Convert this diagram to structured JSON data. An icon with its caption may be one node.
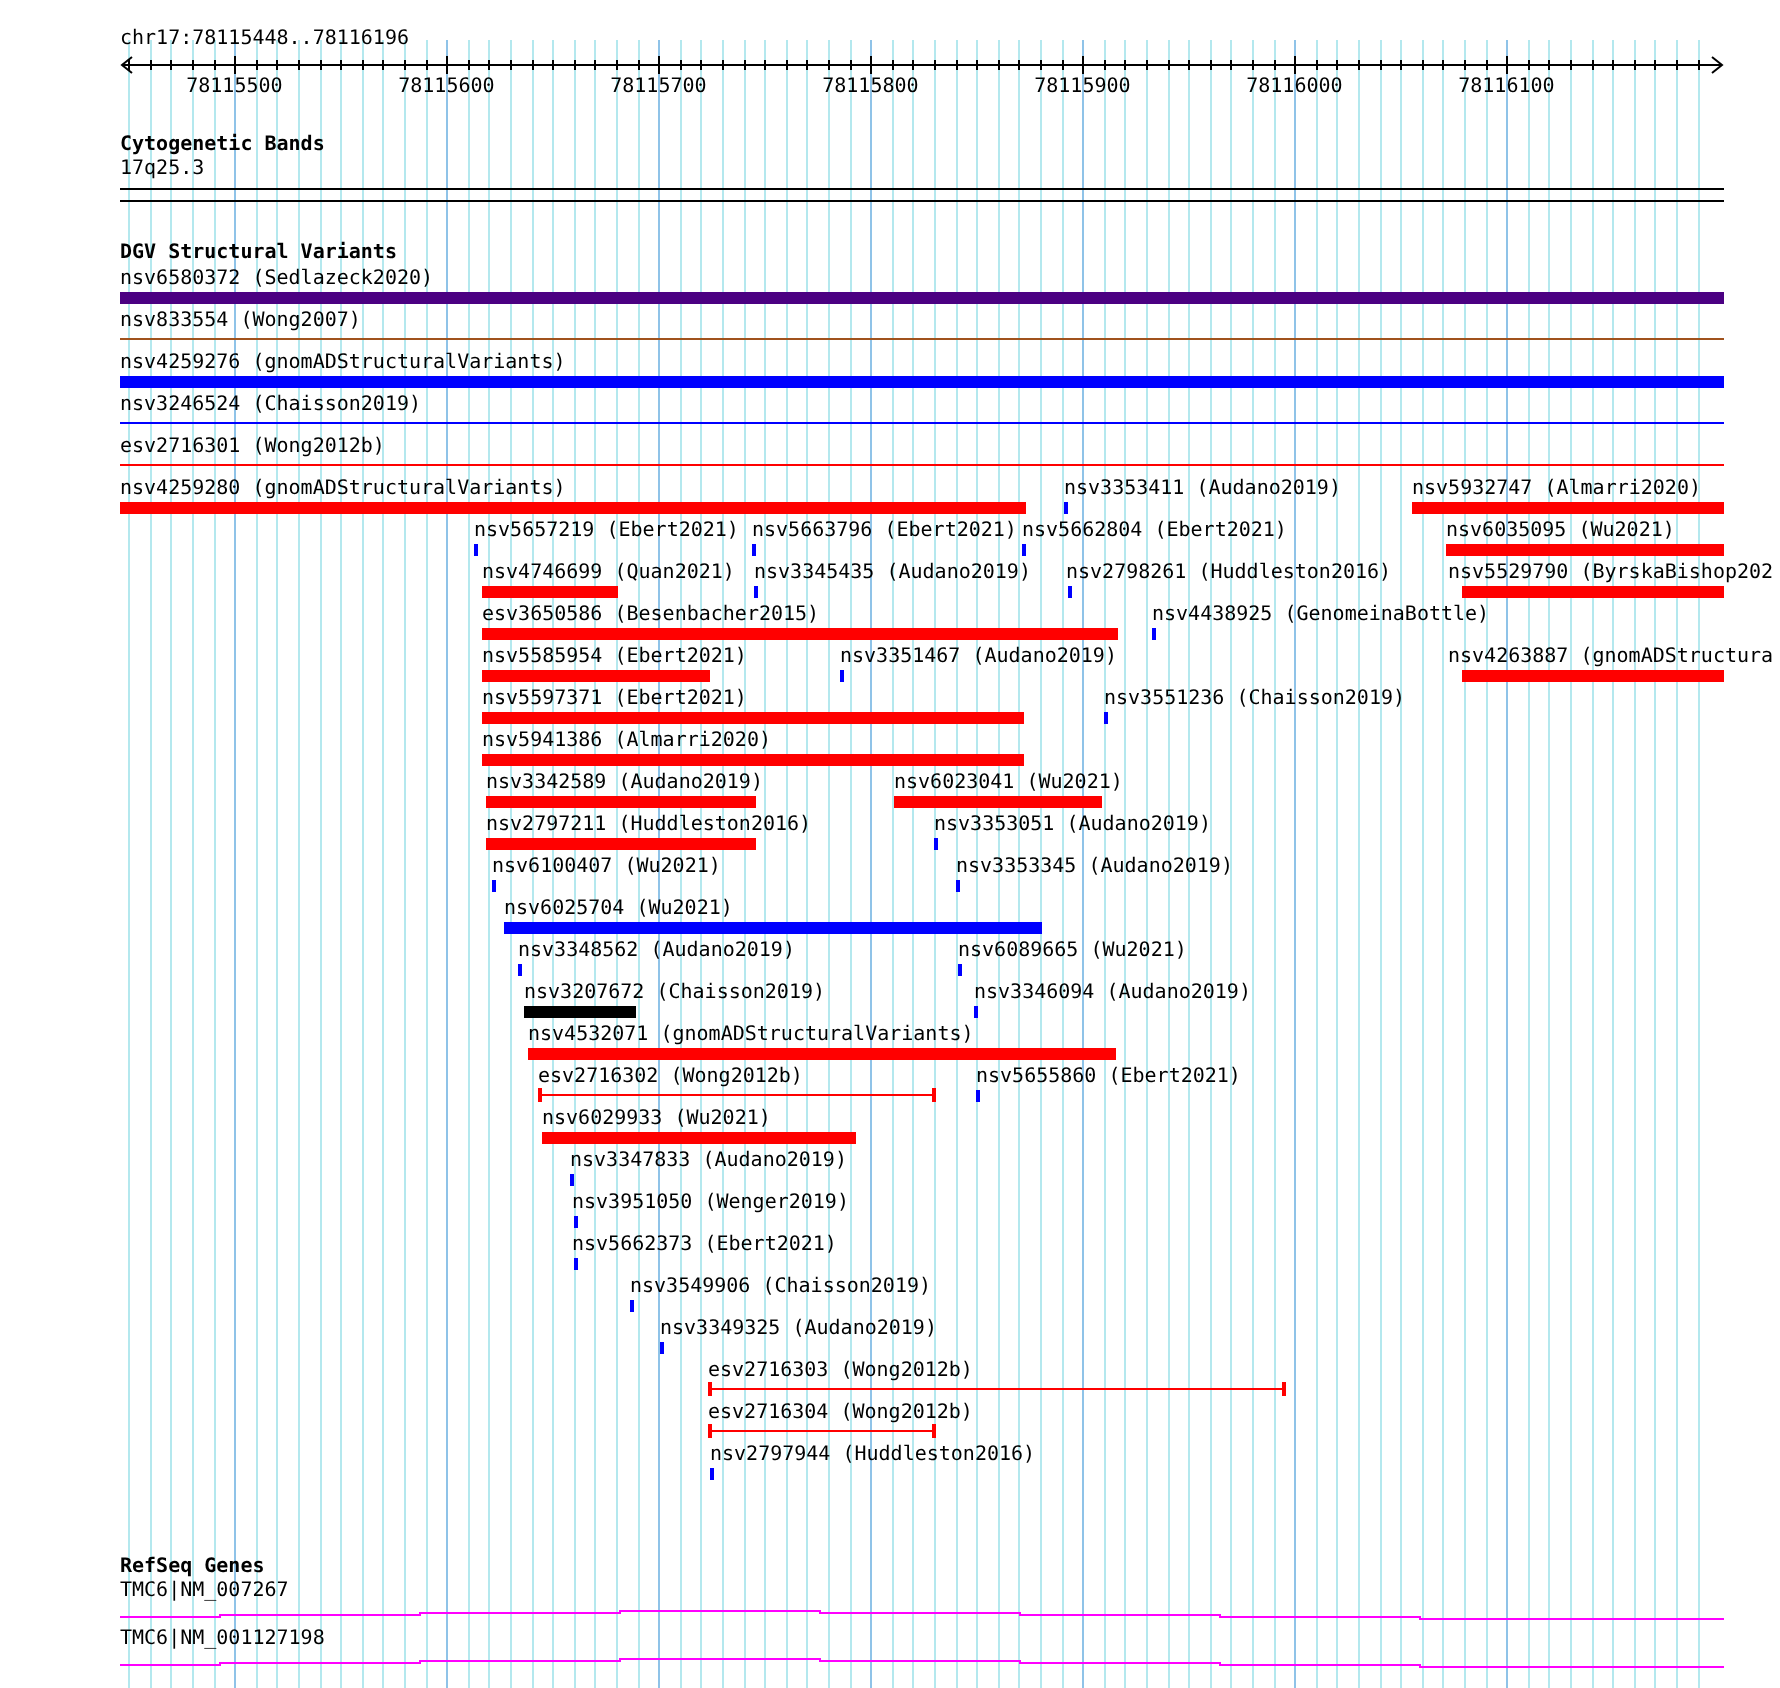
{
  "diagram": {
    "labels": [
      "chr17:78115448..78116196",
      "78115500",
      "78115600",
      "78115700",
      "78115800",
      "78115900",
      "78116000",
      "78116100",
      "Cytogenetic Bands",
      "17q25.3",
      "DGV Structural Variants",
      "nsv6580372 (Sedlazeck2020)",
      "nsv833554 (Wong2007)",
      "nsv4259276 (gnomADStructuralVariants)",
      "nsv3246524 (Chaisson2019)",
      "esv2716301 (Wong2012b)",
      "nsv4259280 (gnomADStructuralVariants)",
      "nsv3353411 (Audano2019)",
      "nsv5932747 (Almarri2020)",
      "nsv5657219 (Ebert2021)",
      "nsv5663796 (Ebert2021)",
      "nsv5662804 (Ebert2021)",
      "nsv6035095 (Wu2021)",
      "nsv4746699 (Quan2021)",
      "nsv3345435 (Audano2019)",
      "nsv2798261 (Huddleston2016)",
      "nsv5529790 (ByrskaBishop202",
      "esv3650586 (Besenbacher2015)",
      "nsv4438925 (GenomeinaBottle)",
      "nsv5585954 (Ebert2021)",
      "nsv3351467 (Audano2019)",
      "nsv4263887 (gnomADStructura",
      "nsv5597371 (Ebert2021)",
      "nsv3551236 (Chaisson2019)",
      "nsv5941386 (Almarri2020)",
      "nsv3342589 (Audano2019)",
      "nsv6023041 (Wu2021)",
      "nsv2797211 (Huddleston2016)",
      "nsv3353051 (Audano2019)",
      "nsv6100407 (Wu2021)",
      "nsv3353345 (Audano2019)",
      "nsv6025704 (Wu2021)",
      "nsv3348562 (Audano2019)",
      "nsv6089665 (Wu2021)",
      "nsv3207672 (Chaisson2019)",
      "nsv3346094 (Audano2019)",
      "nsv4532071 (gnomADStructuralVariants)",
      "esv2716302 (Wong2012b)",
      "nsv5655860 (Ebert2021)",
      "nsv6029933 (Wu2021)",
      "nsv3347833 (Audano2019)",
      "nsv3951050 (Wenger2019)",
      "nsv5662373 (Ebert2021)",
      "nsv3549906 (Chaisson2019)",
      "nsv3349325 (Audano2019)",
      "esv2716303 (Wong2012b)",
      "esv2716304 (Wong2012b)",
      "nsv2797944 (Huddleston2016)",
      "RefSeq Genes",
      "TMC6|NM_007267",
      "TMC6|NM_001127198"
    ]
  }
}
